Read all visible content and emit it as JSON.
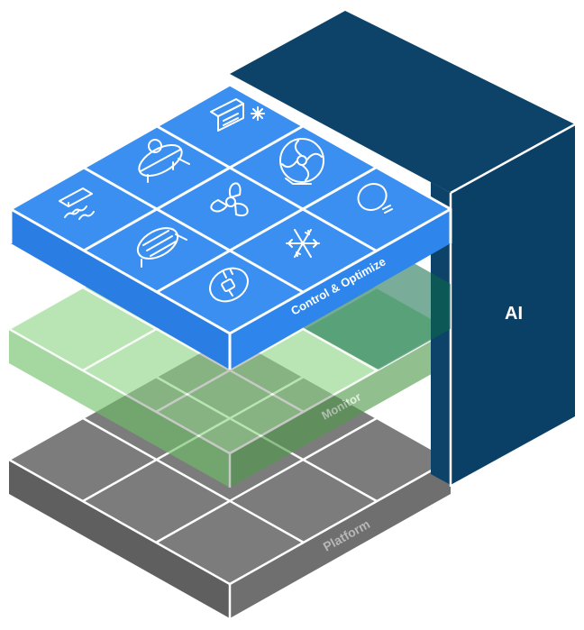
{
  "layers": {
    "ai": {
      "label": "AI",
      "color": "#0b4a72"
    },
    "control": {
      "label": "Control & Optimize",
      "color": "#2f86ea"
    },
    "monitor": {
      "label": "Monitor",
      "color": "#5aa84f"
    },
    "platform": {
      "label": "Platform",
      "color": "#777777"
    }
  },
  "control_tiles": [
    {
      "name": "cooling-unit-icon"
    },
    {
      "name": "fan-coil-icon"
    },
    {
      "name": "compressor-icon"
    },
    {
      "name": "radiant-panel-icon"
    },
    {
      "name": "fan-icon"
    },
    {
      "name": "lightbulb-icon"
    },
    {
      "name": "pump-motor-icon"
    },
    {
      "name": "snowflake-icon"
    },
    {
      "name": "power-plug-icon"
    }
  ]
}
